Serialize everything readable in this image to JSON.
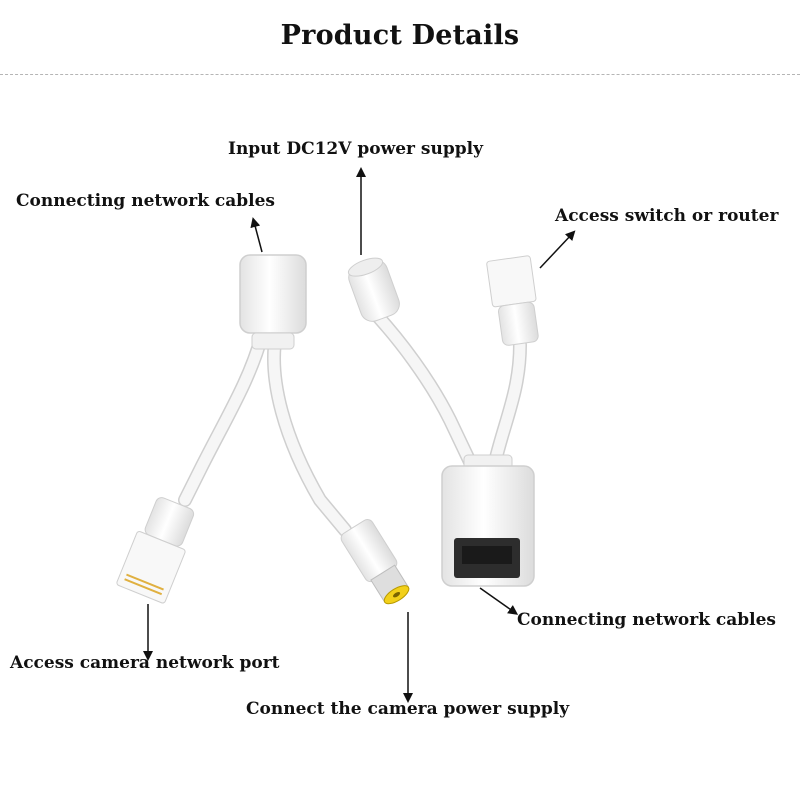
{
  "header": {
    "title": "Product Details"
  },
  "labels": {
    "input_dc": "Input DC12V power supply",
    "connecting_top": "Connecting network cables",
    "access_switch": "Access switch or router",
    "connecting_bottom": "Connecting network cables",
    "access_camera": "Access camera network port",
    "connect_power": "Connect the camera power supply"
  },
  "colors": {
    "text": "#111111",
    "cable": "#f3f3f3",
    "outline": "#cfcfcf",
    "dc_tip": "#f2d01a",
    "divider": "#b5b5b5"
  }
}
